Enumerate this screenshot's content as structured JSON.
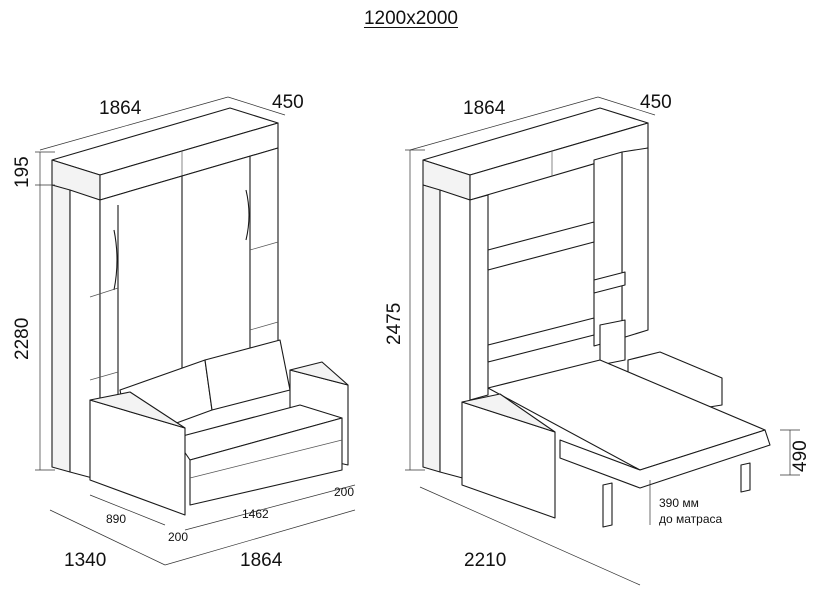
{
  "title": "1200x2000",
  "left": {
    "width_top": "1864",
    "depth_top": "450",
    "top_height": "195",
    "cabinet_height": "2280",
    "sofa_side": "890",
    "sofa_gap": "200",
    "sofa_seat": "1462",
    "sofa_arm": "200",
    "total_depth": "1340",
    "total_width": "1864"
  },
  "right": {
    "width_top": "1864",
    "depth_top": "450",
    "total_height": "2475",
    "bed_height": "490",
    "clearance": "390 мм",
    "clearance_note": "до матраса",
    "total_depth": "2210"
  }
}
